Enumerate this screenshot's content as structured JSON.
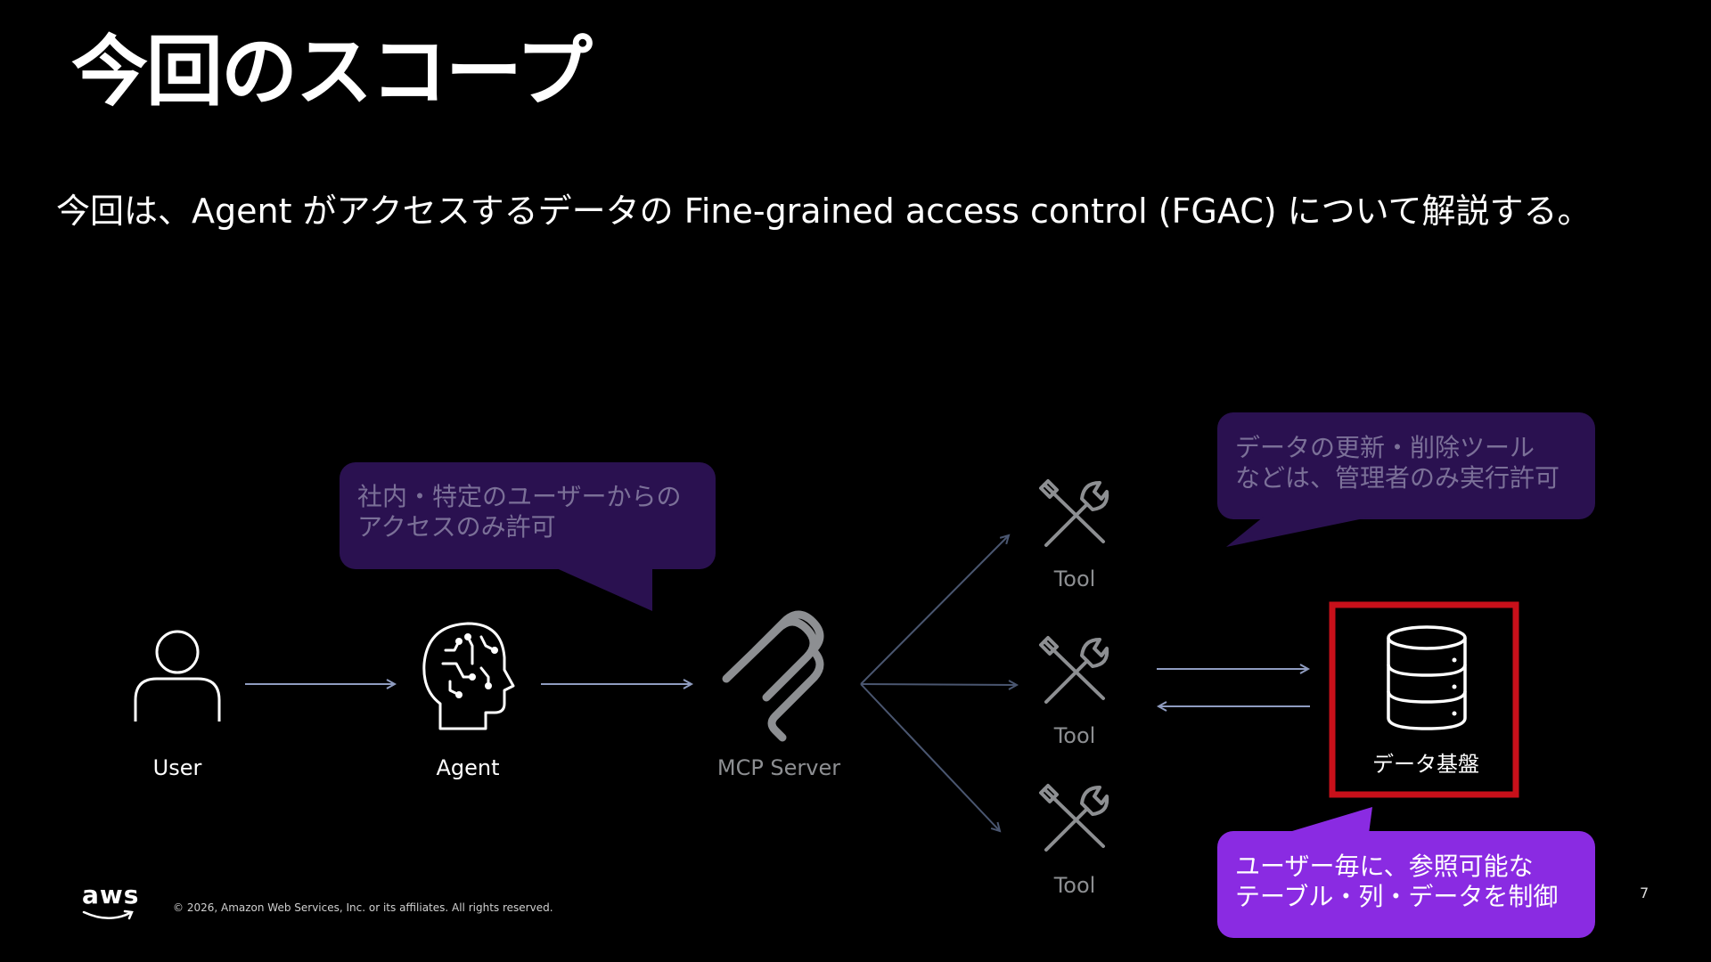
{
  "slide": {
    "title": "今回のスコープ",
    "subtitle": "今回は、Agent がアクセスするデータの Fine-grained access control (FGAC) について解説する。",
    "page_number": "7",
    "copyright": "© 2026, Amazon Web Services, Inc. or its affiliates. All rights reserved.",
    "logo_text": "aws"
  },
  "diagram": {
    "user_label": "User",
    "agent_label": "Agent",
    "mcp_label": "MCP Server",
    "tools": [
      {
        "label": "Tool"
      },
      {
        "label": "Tool"
      },
      {
        "label": "Tool"
      }
    ],
    "datastore_label": "データ基盤"
  },
  "callouts": {
    "agent_access": "社内・特定のユーザーからの\nアクセスのみ許可",
    "tool_permission": "データの更新・削除ツール\nなどは、管理者のみ実行許可",
    "data_control": "ユーザー毎に、参照可能な\nテーブル・列・データを制御"
  },
  "colors": {
    "background": "#000000",
    "callout_dim_fill": "#2a1150",
    "callout_bright_fill": "#8a2be2",
    "highlight_border": "#c8101a",
    "arrow": "#8f9cc0"
  }
}
